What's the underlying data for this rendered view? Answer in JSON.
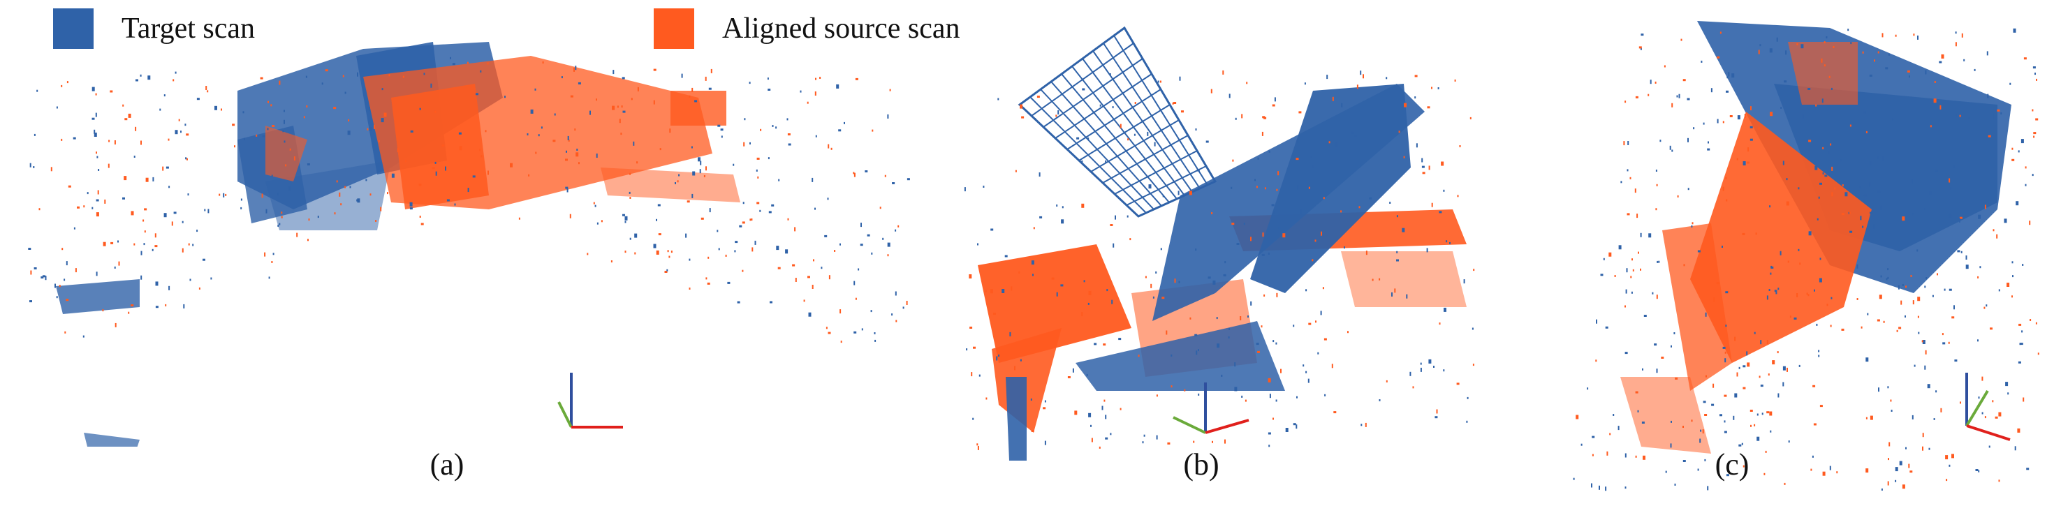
{
  "legend": {
    "target_label": "Target scan",
    "source_label": "Aligned source scan",
    "target_color": "#2f62a8",
    "source_color": "#ff5a1f"
  },
  "panels": [
    {
      "caption": "(a)"
    },
    {
      "caption": "(b)"
    },
    {
      "caption": "(c)"
    }
  ],
  "axis_colors": {
    "x": "#e0201c",
    "y": "#6aaa3a",
    "z": "#2f4f9e"
  }
}
